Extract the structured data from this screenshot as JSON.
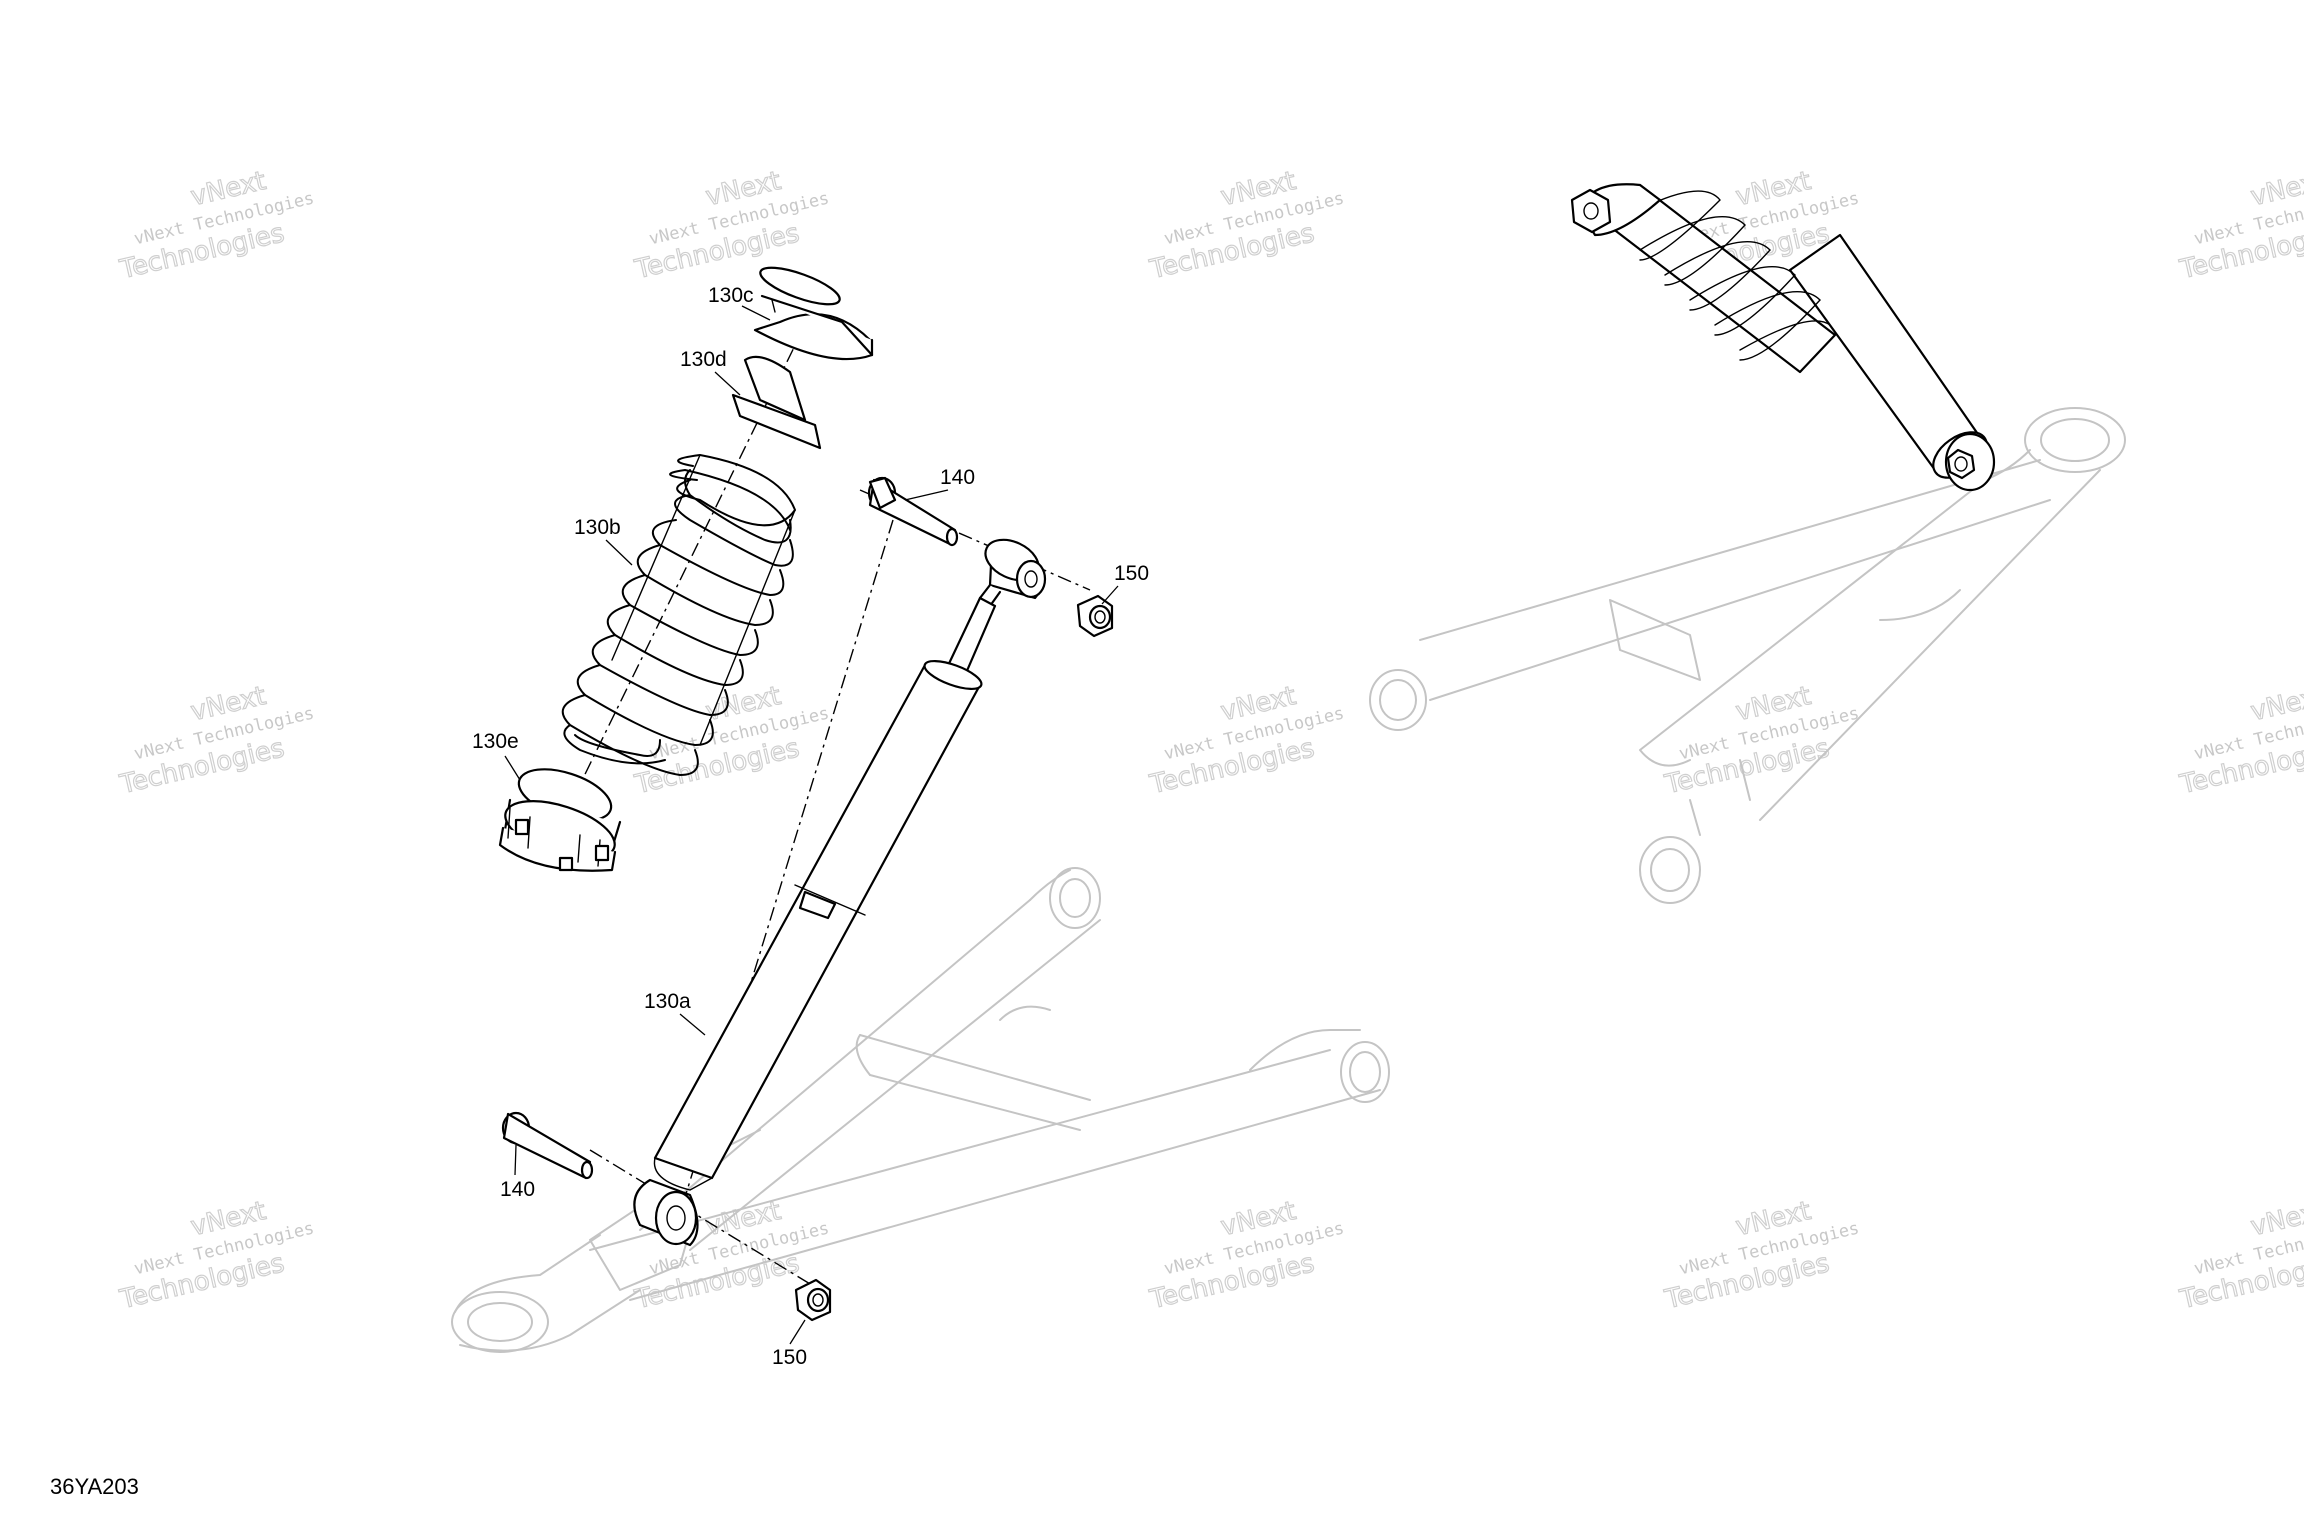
{
  "diagram": {
    "document_id": "36YA203",
    "watermark": {
      "line1": "vNext Technologies",
      "line2": "Technologies",
      "top": "vNext"
    },
    "callouts": [
      {
        "id": "c130c",
        "label": "130c"
      },
      {
        "id": "c130d",
        "label": "130d"
      },
      {
        "id": "c130b",
        "label": "130b"
      },
      {
        "id": "c130e",
        "label": "130e"
      },
      {
        "id": "c140a",
        "label": "140"
      },
      {
        "id": "c150a",
        "label": "150"
      },
      {
        "id": "c130a",
        "label": "130a"
      },
      {
        "id": "c140b",
        "label": "140"
      },
      {
        "id": "c150b",
        "label": "150"
      }
    ]
  }
}
